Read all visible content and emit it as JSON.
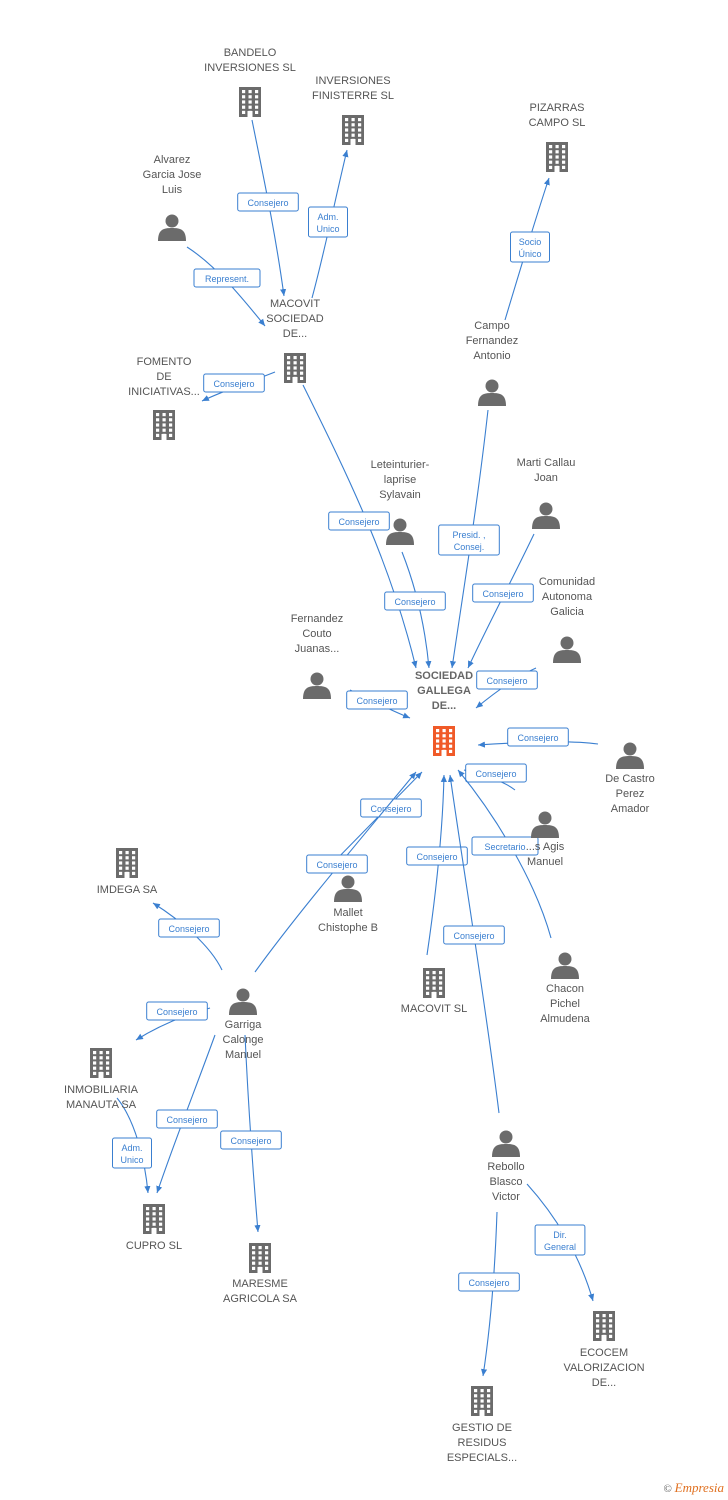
{
  "nodes": [
    {
      "id": "bandelo",
      "label": [
        "BANDELO",
        "INVERSIONES SL"
      ],
      "kind": "company"
    },
    {
      "id": "finisterre",
      "label": [
        "INVERSIONES",
        "FINISTERRE SL"
      ],
      "kind": "company"
    },
    {
      "id": "pizarras",
      "label": [
        "PIZARRAS",
        "CAMPO SL"
      ],
      "kind": "company"
    },
    {
      "id": "alvarez",
      "label": [
        "Alvarez",
        "Garcia Jose",
        "Luis"
      ],
      "kind": "person"
    },
    {
      "id": "macovit_sd",
      "label": [
        "MACOVIT",
        "SOCIEDAD",
        "DE..."
      ],
      "kind": "company"
    },
    {
      "id": "fomento",
      "label": [
        "FOMENTO",
        "DE",
        "INICIATIVAS..."
      ],
      "kind": "company"
    },
    {
      "id": "campo",
      "label": [
        "Campo",
        "Fernandez",
        "Antonio"
      ],
      "kind": "person"
    },
    {
      "id": "leteinturier",
      "label": [
        "Leteinturier-",
        "laprise",
        "Sylavain"
      ],
      "kind": "person"
    },
    {
      "id": "marti",
      "label": [
        "Marti Callau",
        "Joan"
      ],
      "kind": "person"
    },
    {
      "id": "comunidad",
      "label": [
        "Comunidad",
        "Autonoma",
        "Galicia"
      ],
      "kind": "person"
    },
    {
      "id": "fernandez",
      "label": [
        "Fernandez",
        "Couto",
        "Juanas..."
      ],
      "kind": "person"
    },
    {
      "id": "center",
      "label": [
        "SOCIEDAD",
        "GALLEGA",
        "DE..."
      ],
      "kind": "center"
    },
    {
      "id": "decastro",
      "label": [
        "De Castro",
        "Perez",
        "Amador"
      ],
      "kind": "person"
    },
    {
      "id": "agis",
      "label": [
        "...s Agis",
        "Manuel"
      ],
      "kind": "person"
    },
    {
      "id": "imdega",
      "label": [
        "IMDEGA SA"
      ],
      "kind": "company"
    },
    {
      "id": "mallet",
      "label": [
        "Mallet",
        "Chistophe B"
      ],
      "kind": "person"
    },
    {
      "id": "macovit_sl",
      "label": [
        "MACOVIT  SL"
      ],
      "kind": "company"
    },
    {
      "id": "chacon",
      "label": [
        "Chacon",
        "Pichel",
        "Almudena"
      ],
      "kind": "person"
    },
    {
      "id": "garriga",
      "label": [
        "Garriga",
        "Calonge",
        "Manuel"
      ],
      "kind": "person"
    },
    {
      "id": "manauta",
      "label": [
        "INMOBILIARIA",
        "MANAUTA SA"
      ],
      "kind": "company"
    },
    {
      "id": "rebollo",
      "label": [
        "Rebollo",
        "Blasco",
        "Victor"
      ],
      "kind": "person"
    },
    {
      "id": "cupro",
      "label": [
        "CUPRO SL"
      ],
      "kind": "company"
    },
    {
      "id": "maresme",
      "label": [
        "MARESME",
        "AGRICOLA SA"
      ],
      "kind": "company"
    },
    {
      "id": "ecocem",
      "label": [
        "ECOCEM",
        "VALORIZACION",
        "DE..."
      ],
      "kind": "company"
    },
    {
      "id": "gestio",
      "label": [
        "GESTIO DE",
        "RESIDUS",
        "ESPECIALS..."
      ],
      "kind": "company"
    }
  ],
  "edges": [
    {
      "from": "bandelo",
      "to": "macovit_sd",
      "label": [
        "Consejero"
      ]
    },
    {
      "from": "macovit_sd",
      "to": "finisterre",
      "label": [
        "Adm.",
        "Unico"
      ]
    },
    {
      "from": "alvarez",
      "to": "macovit_sd",
      "label": [
        "Represent."
      ]
    },
    {
      "from": "campo",
      "to": "pizarras",
      "label": [
        "Socio",
        "Único"
      ]
    },
    {
      "from": "macovit_sd",
      "to": "fomento",
      "label": [
        "Consejero"
      ]
    },
    {
      "from": "macovit_sd",
      "to": "center",
      "label": [
        "Consejero"
      ]
    },
    {
      "from": "leteinturier",
      "to": "center",
      "label": [
        "Consejero"
      ]
    },
    {
      "from": "campo",
      "to": "center",
      "label": [
        "Presid. ,",
        "Consej."
      ]
    },
    {
      "from": "marti",
      "to": "center",
      "label": [
        "Consejero"
      ]
    },
    {
      "from": "comunidad",
      "to": "center",
      "label": [
        "Consejero"
      ]
    },
    {
      "from": "fernandez",
      "to": "center",
      "label": [
        "Consejero"
      ]
    },
    {
      "from": "decastro",
      "to": "center",
      "label": [
        "Consejero"
      ]
    },
    {
      "from": "agis",
      "to": "center",
      "label": [
        "Consejero"
      ]
    },
    {
      "from": "chacon",
      "to": "center",
      "label": [
        "Secretario"
      ]
    },
    {
      "from": "mallet",
      "to": "center",
      "label": [
        "Consejero"
      ]
    },
    {
      "from": "garriga",
      "to": "center",
      "label": [
        "Consejero"
      ]
    },
    {
      "from": "macovit_sl",
      "to": "center",
      "label": [
        "Consejero"
      ]
    },
    {
      "from": "rebollo",
      "to": "center",
      "label": [
        "Consejero"
      ]
    },
    {
      "from": "garriga",
      "to": "imdega",
      "label": [
        "Consejero"
      ]
    },
    {
      "from": "garriga",
      "to": "manauta",
      "label": [
        "Consejero"
      ]
    },
    {
      "from": "manauta",
      "to": "cupro",
      "label": [
        "Adm.",
        "Unico"
      ]
    },
    {
      "from": "garriga",
      "to": "cupro",
      "label": [
        "Consejero"
      ]
    },
    {
      "from": "garriga",
      "to": "maresme",
      "label": [
        "Consejero"
      ]
    },
    {
      "from": "rebollo",
      "to": "ecocem",
      "label": [
        "Dir.",
        "General"
      ]
    },
    {
      "from": "rebollo",
      "to": "gestio",
      "label": [
        "Consejero"
      ]
    }
  ],
  "colors": {
    "edge": "#3a7fd0",
    "node": "#6b6b6b",
    "center": "#f05a28",
    "text": "#555555"
  },
  "footer": {
    "symbol": "©",
    "brand": "Empresia"
  }
}
